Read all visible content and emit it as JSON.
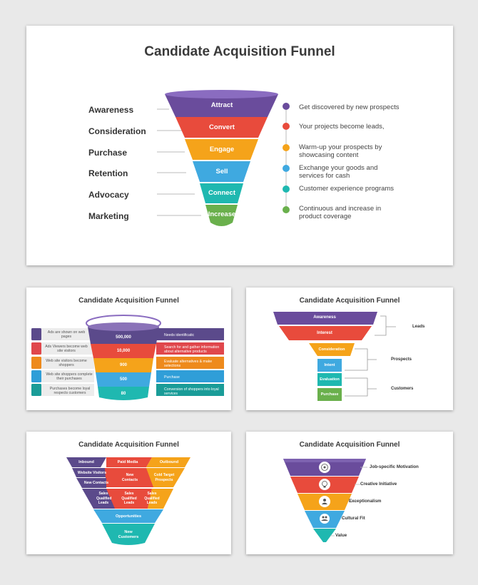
{
  "slides": {
    "main": {
      "title": "Candidate Acquisition Funnel",
      "stages": [
        {
          "label": "Awareness",
          "band": "Attract",
          "desc": "Get discovered by new prospects",
          "color": "#6a4c9c"
        },
        {
          "label": "Consideration",
          "band": "Convert",
          "desc": "Your projects become leads,",
          "color": "#e84b3c"
        },
        {
          "label": "Purchase",
          "band": "Engage",
          "desc": "Warm-up your prospects by showcasing content",
          "color": "#f5a31a"
        },
        {
          "label": "Retention",
          "band": "Sell",
          "desc": "Exchange your goods and services for cash",
          "color": "#3fa9e0"
        },
        {
          "label": "Advocacy",
          "band": "Connect",
          "desc": "Customer experience programs",
          "color": "#1fb8b0"
        },
        {
          "label": "Marketing",
          "band": "Increase",
          "desc": "Continuous and increase in product coverage",
          "color": "#6ab04c"
        }
      ]
    },
    "cup": {
      "title": "Candidate Acquisition Funnel",
      "rows": [
        {
          "left": "Ads are shown on web pages",
          "value": "500,000",
          "right": "Needs identificatic",
          "color": "#5b4a8b",
          "band": "#6a4c9c"
        },
        {
          "left": "Ads Viewers become web site visitors",
          "value": "10,000",
          "right": "Search for and gather information about alternative products",
          "color": "#e0474c",
          "band": "#e84b3c"
        },
        {
          "left": "Web site visitors become shoppers",
          "value": "900",
          "right": "Evaluate alternatives & make selections",
          "color": "#ee8a1c",
          "band": "#f5a31a"
        },
        {
          "left": "Web site shoppers complete their purchases",
          "value": "500",
          "right": "Purchase",
          "color": "#2f9ed8",
          "band": "#3fa9e0"
        },
        {
          "left": "Purchases become loyal respects customers",
          "value": "80",
          "right": "Conversion of shoppers into loyal services",
          "color": "#1a9c98",
          "band": "#1fb8b0"
        }
      ]
    },
    "stack": {
      "title": "Candidate Acquisition Funnel",
      "blocks": [
        {
          "label": "Awareness",
          "color": "#6a4c9c"
        },
        {
          "label": "Interest",
          "color": "#e84b3c"
        },
        {
          "label": "Consideration",
          "color": "#f5a31a"
        },
        {
          "label": "Intent",
          "color": "#3fa9e0"
        },
        {
          "label": "Evaluation",
          "color": "#1fb8b0"
        },
        {
          "label": "Purchase",
          "color": "#6ab04c"
        }
      ],
      "groups": [
        "Leads",
        "Prospects",
        "Customers"
      ]
    },
    "grid": {
      "title": "Candidate Acquisition Funnel",
      "row1": [
        "Inbound",
        "Paid Media",
        "Outbound"
      ],
      "row2": [
        "Website Visitors",
        "New Contacts",
        "Cold Target Prospects"
      ],
      "row3": [
        "New Contacts"
      ],
      "row4": [
        "Sales Qualified Leads",
        "Sales Qualified Leads",
        "Sales Qualified Leads"
      ],
      "row5": "Opportunities",
      "row6": "New Customers"
    },
    "icons": {
      "title": "Candidate Acquisition Funnel",
      "values": [
        {
          "label": "Job-specific Motivation",
          "icon": "brain-icon",
          "color": "#6a4c9c"
        },
        {
          "label": "Creative Initiative",
          "icon": "lightbulb-gears-icon",
          "color": "#e84b3c"
        },
        {
          "label": "Exceptionalism",
          "icon": "person-star-icon",
          "color": "#f5a31a"
        },
        {
          "label": "Cultural Fit",
          "icon": "people-icon",
          "color": "#3fa9e0"
        },
        {
          "label": "Value",
          "icon": "",
          "color": "#1fb8b0"
        }
      ]
    }
  }
}
